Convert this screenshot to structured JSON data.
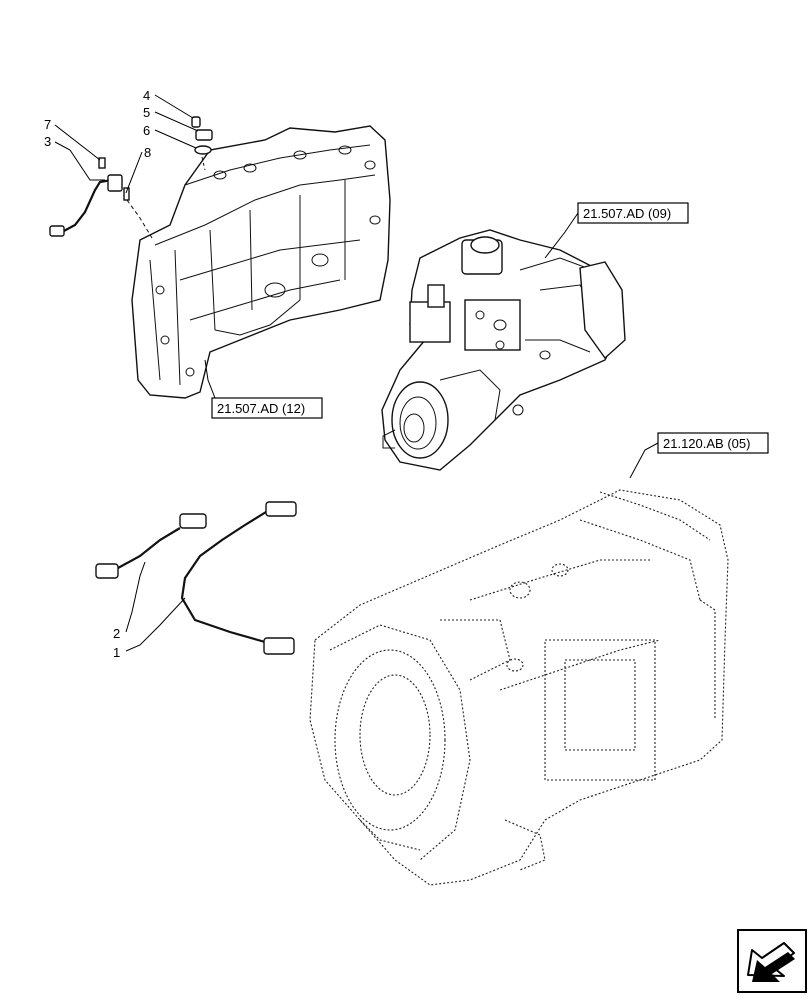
{
  "callouts": {
    "c1": "1",
    "c2": "2",
    "c3": "3",
    "c4": "4",
    "c5": "5",
    "c6": "6",
    "c7": "7",
    "c8": "8"
  },
  "references": {
    "housing": "21.507.AD (12)",
    "pump": "21.507.AD (09)",
    "transmission": "21.120.AB (05)"
  },
  "icons": {
    "nav": "next-page-arrow-icon"
  }
}
